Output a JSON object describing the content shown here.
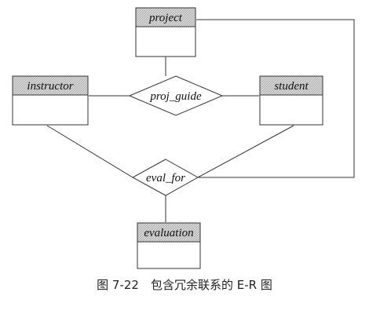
{
  "diagram": {
    "entities": [
      {
        "id": "project",
        "label": "project"
      },
      {
        "id": "instructor",
        "label": "instructor"
      },
      {
        "id": "student",
        "label": "student"
      },
      {
        "id": "evaluation",
        "label": "evaluation"
      }
    ],
    "relationships": [
      {
        "id": "proj_guide",
        "label": "proj_guide"
      },
      {
        "id": "eval_for",
        "label": "eval_for"
      }
    ],
    "connections": [
      {
        "from": "project",
        "to": "proj_guide"
      },
      {
        "from": "instructor",
        "to": "proj_guide"
      },
      {
        "from": "student",
        "to": "proj_guide"
      },
      {
        "from": "instructor",
        "to": "eval_for"
      },
      {
        "from": "student",
        "to": "eval_for"
      },
      {
        "from": "evaluation",
        "to": "eval_for"
      },
      {
        "from": "project",
        "to": "eval_for"
      }
    ]
  },
  "caption": "图 7-22　包含冗余联系的 E-R 图",
  "colors": {
    "header_fill": "#cfcfcf",
    "line": "#333333",
    "box_fill": "#ffffff"
  }
}
